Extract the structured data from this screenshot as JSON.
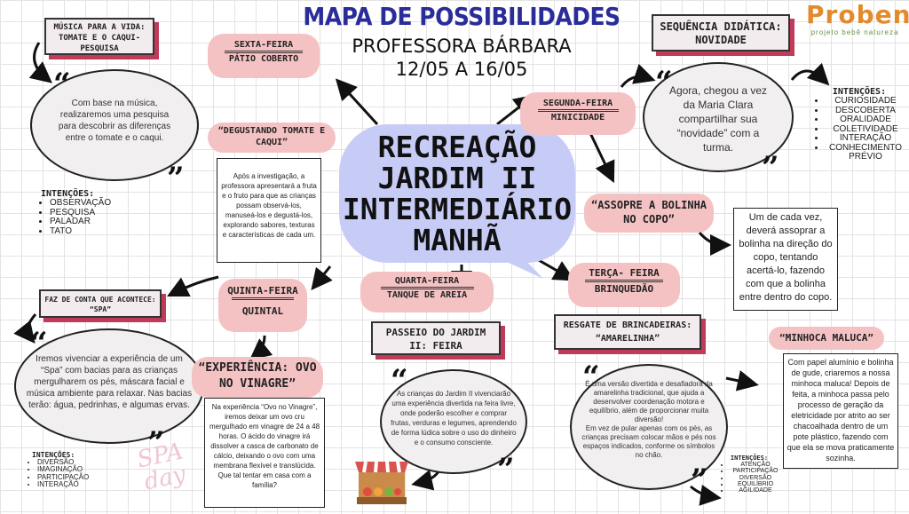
{
  "header": {
    "title": "MAPA DE POSSIBILIDADES",
    "teacher": "PROFESSORA BÁRBARA",
    "dates": "12/05 A 16/05",
    "logo_text": "Proben",
    "logo_sub": "projeto bebê natureza"
  },
  "center": {
    "lines": [
      "RECREAÇÃO",
      "JARDIM II",
      "INTERMEDIÁRIO",
      "MANHÃ"
    ]
  },
  "monday": {
    "day": "SEGUNDA-FEIRA",
    "activity": "MINICIDADE"
  },
  "tuesday": {
    "day": "TERÇA- FEIRA",
    "activity": "BRINQUEDÃO"
  },
  "wednesday": {
    "day": "QUARTA-FEIRA",
    "activity": "TANQUE DE AREIA"
  },
  "thursday": {
    "day": "QUINTA-FEIRA",
    "activity": "QUINTAL"
  },
  "friday": {
    "day": "SEXTA-FEIRA",
    "activity": "PÁTIO COBERTO"
  },
  "music": {
    "title": "MÚSICA PARA A VIDA: TOMATE E O CAQUI- PESQUISA",
    "text": "Com base na música, realizaremos uma pesquisa para descobrir as diferenças entre o tomate e o caqui.",
    "intent_title": "INTENÇÕES:",
    "intents": [
      "OBSERVAÇÃO",
      "PESQUISA",
      "PALADAR",
      "TATO"
    ]
  },
  "tasting": {
    "title": "“DEGUSTANDO TOMATE E CAQUI”",
    "text": "Após a investigação, a professora apresentará a fruta e o fruto para que as crianças possam observá-los, manuseá-los e degustá-los, explorando sabores, texturas e características de cada um."
  },
  "novelty": {
    "title": "SEQUÊNCIA DIDÁTICA: NOVIDADE",
    "text": "Agora, chegou a vez da Maria Clara compartilhar sua “novidade” com a turma.",
    "intent_title": "INTENÇÕES:",
    "intents": [
      "CURIOSIDADE",
      "DESCOBERTA",
      "ORALIDADE",
      "COLETIVIDADE",
      "INTERAÇÃO",
      "CONHECIMENTO PRÉVIO"
    ]
  },
  "ball": {
    "title": "“ASSOPRE A BOLINHA NO COPO”",
    "text": "Um de cada vez, deverá assoprar a bolinha na direção do copo, tentando acertá-lo, fazendo com que a bolinha entre dentro do copo."
  },
  "spa": {
    "title": "FAZ DE CONTA QUE ACONTECE: “SPA”",
    "text": "Iremos vivenciar a experiência de um “Spa” com bacias para as crianças mergulharem os pés, máscara facial e música ambiente para relaxar. Nas bacias terão: água, pedrinhas, e algumas ervas.",
    "intent_title": "INTENÇÕES:",
    "intents": [
      "DIVERSÃO",
      "IMAGINAÇÃO",
      "PARTICIPAÇÃO",
      "INTERAÇÃO"
    ],
    "deco": "SPA day"
  },
  "egg": {
    "title": "“EXPERIÊNCIA: OVO NO VINAGRE”",
    "text": "Na experiência “Ovo no Vinagre”, iremos deixar um ovo cru mergulhado em vinagre de 24 a 48 horas. O ácido do vinagre irá dissolver a casca de carbonato de cálcio, deixando o ovo com uma membrana flexível e translúcida.",
    "question": "Que tal tentar em casa com a família?"
  },
  "market": {
    "title": "PASSEIO DO JARDIM II: FEIRA",
    "text": "As crianças do Jardim II vivenciarão uma experiência divertida na feira livre, onde poderão escolher e comprar frutas, verduras e legumes, aprendendo de forma lúdica sobre o uso do dinheiro e o consumo consciente."
  },
  "hopscotch": {
    "title": "RESGATE DE BRINCADEIRAS: “AMARELINHA”",
    "text1": "É uma versão divertida e desafiadora da amarelinha tradicional, que ajuda a desenvolver coordenação motora e equilíbrio, além de proporcionar muita diversão!",
    "text2": "Em vez de pular apenas com os pés, as crianças precisam colocar mãos e pés nos espaços indicados, conforme os símbolos no chão.",
    "intent_title": "INTENÇÕES:",
    "intents": [
      "ATENÇÃO",
      "PARTICIPAÇÃO",
      "DIVERSÃO",
      "EQUILÍBRIO",
      "AGILIDADE"
    ]
  },
  "worm": {
    "title": "“MINHOCA MALUCA”",
    "text": "Com papel alumínio e bolinha de gude, criaremos a nossa minhoca maluca! Depois de feita, a minhoca passa pelo processo de geração da eletricidade por atrito ao ser chacoalhada dentro de um pote plástico, fazendo com que ela se mova praticamente sozinha."
  },
  "quote_open": "“",
  "quote_close": "”"
}
